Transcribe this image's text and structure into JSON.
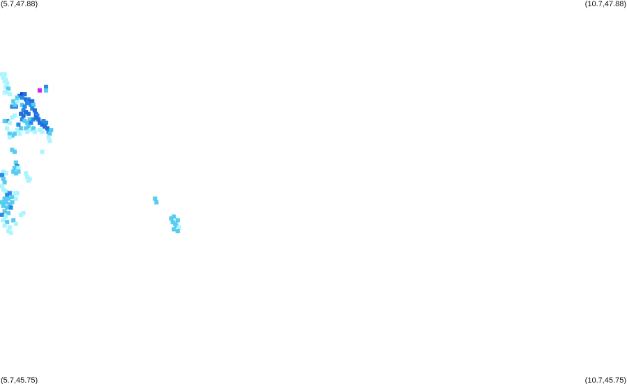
{
  "corners": {
    "top_left": "(5.7,47.88)",
    "top_right": "(10.7,47.88)",
    "bottom_left": "(5.7,45.75)",
    "bottom_right": "(10.7,45.75)"
  },
  "bounds": {
    "lon_min": 5.7,
    "lon_max": 10.7,
    "lat_min": 45.75,
    "lat_max": 47.88
  },
  "colors": {
    "light": "#aaf5ff",
    "medium": "#55ccf0",
    "strong": "#2a8ae8",
    "heavy": "#1f6fdc",
    "intense": "#1a3fd8",
    "extreme": "#cc22ee"
  },
  "cell_size_deg": 0.034,
  "precip_cells": [
    [
      5.7,
      47.48,
      "light"
    ],
    [
      5.72,
      47.48,
      "light"
    ],
    [
      5.71,
      47.46,
      "light"
    ],
    [
      5.73,
      47.45,
      "light"
    ],
    [
      5.72,
      47.44,
      "light"
    ],
    [
      5.74,
      47.43,
      "light"
    ],
    [
      5.73,
      47.41,
      "light"
    ],
    [
      5.75,
      47.4,
      "medium"
    ],
    [
      5.72,
      47.38,
      "light"
    ],
    [
      5.74,
      47.38,
      "light"
    ],
    [
      5.76,
      47.37,
      "light"
    ],
    [
      5.78,
      47.3,
      "strong"
    ],
    [
      5.81,
      47.3,
      "strong"
    ],
    [
      5.8,
      47.31,
      "medium"
    ],
    [
      5.79,
      47.33,
      "medium"
    ],
    [
      5.82,
      47.33,
      "light"
    ],
    [
      5.84,
      47.36,
      "heavy"
    ],
    [
      5.86,
      47.37,
      "intense"
    ],
    [
      5.88,
      47.37,
      "heavy"
    ],
    [
      5.82,
      47.35,
      "medium"
    ],
    [
      5.86,
      47.35,
      "strong"
    ],
    [
      5.89,
      47.34,
      "heavy"
    ],
    [
      5.91,
      47.34,
      "strong"
    ],
    [
      5.92,
      47.33,
      "heavy"
    ],
    [
      5.94,
      47.33,
      "heavy"
    ],
    [
      5.9,
      47.32,
      "strong"
    ],
    [
      5.93,
      47.31,
      "strong"
    ],
    [
      5.95,
      47.31,
      "medium"
    ],
    [
      5.86,
      47.31,
      "medium"
    ],
    [
      5.88,
      47.3,
      "strong"
    ],
    [
      5.87,
      47.28,
      "strong"
    ],
    [
      5.89,
      47.27,
      "heavy"
    ],
    [
      5.91,
      47.26,
      "heavy"
    ],
    [
      5.94,
      47.29,
      "strong"
    ],
    [
      5.96,
      47.28,
      "heavy"
    ],
    [
      5.97,
      47.26,
      "heavy"
    ],
    [
      5.98,
      47.25,
      "strong"
    ],
    [
      5.85,
      47.26,
      "heavy"
    ],
    [
      5.87,
      47.25,
      "heavy"
    ],
    [
      5.86,
      47.23,
      "strong"
    ],
    [
      5.88,
      47.22,
      "medium"
    ],
    [
      5.9,
      47.21,
      "medium"
    ],
    [
      5.92,
      47.23,
      "medium"
    ],
    [
      5.93,
      47.21,
      "strong"
    ],
    [
      5.95,
      47.23,
      "strong"
    ],
    [
      5.97,
      47.24,
      "heavy"
    ],
    [
      5.99,
      47.23,
      "heavy"
    ],
    [
      6.0,
      47.21,
      "heavy"
    ],
    [
      6.02,
      47.2,
      "heavy"
    ],
    [
      6.03,
      47.22,
      "strong"
    ],
    [
      6.05,
      47.21,
      "strong"
    ],
    [
      6.04,
      47.19,
      "heavy"
    ],
    [
      6.06,
      47.18,
      "heavy"
    ],
    [
      6.07,
      47.16,
      "strong"
    ],
    [
      6.09,
      47.17,
      "medium"
    ],
    [
      6.08,
      47.15,
      "medium"
    ],
    [
      5.91,
      47.19,
      "medium"
    ],
    [
      5.89,
      47.18,
      "medium"
    ],
    [
      5.9,
      47.16,
      "light"
    ],
    [
      5.93,
      47.17,
      "light"
    ],
    [
      5.95,
      47.18,
      "medium"
    ],
    [
      5.96,
      47.16,
      "light"
    ],
    [
      6.0,
      47.17,
      "light"
    ],
    [
      6.02,
      47.16,
      "light"
    ],
    [
      6.0,
      47.39,
      "magenta_placeholder"
    ],
    [
      6.05,
      47.41,
      "strong"
    ],
    [
      6.05,
      47.39,
      "medium"
    ],
    [
      5.74,
      47.22,
      "strong"
    ],
    [
      5.72,
      47.22,
      "medium"
    ],
    [
      5.76,
      47.21,
      "light"
    ],
    [
      5.78,
      47.24,
      "light"
    ],
    [
      5.8,
      47.25,
      "light"
    ],
    [
      5.74,
      47.18,
      "light"
    ],
    [
      5.76,
      47.15,
      "medium"
    ],
    [
      5.78,
      47.14,
      "medium"
    ],
    [
      5.8,
      47.15,
      "medium"
    ],
    [
      5.82,
      47.17,
      "light"
    ],
    [
      5.84,
      47.15,
      "light"
    ],
    [
      5.76,
      47.13,
      "light"
    ],
    [
      5.85,
      47.18,
      "medium"
    ],
    [
      5.83,
      47.2,
      "strong"
    ],
    [
      6.08,
      47.11,
      "light"
    ],
    [
      6.07,
      47.13,
      "light"
    ],
    [
      5.78,
      47.06,
      "medium"
    ],
    [
      5.8,
      47.05,
      "medium"
    ],
    [
      6.02,
      47.05,
      "light"
    ],
    [
      5.81,
      46.99,
      "medium"
    ],
    [
      5.82,
      46.97,
      "strong"
    ],
    [
      5.8,
      46.96,
      "medium"
    ],
    [
      5.83,
      46.96,
      "light"
    ],
    [
      5.79,
      46.94,
      "medium"
    ],
    [
      5.81,
      46.93,
      "medium"
    ],
    [
      5.83,
      46.94,
      "medium"
    ],
    [
      5.89,
      46.93,
      "light"
    ],
    [
      5.9,
      46.91,
      "light"
    ],
    [
      5.92,
      46.9,
      "light"
    ],
    [
      5.91,
      46.89,
      "light"
    ],
    [
      5.71,
      46.94,
      "light"
    ],
    [
      5.73,
      46.93,
      "light"
    ],
    [
      5.7,
      46.92,
      "strong"
    ],
    [
      5.71,
      46.9,
      "medium"
    ],
    [
      5.72,
      46.88,
      "medium"
    ],
    [
      5.7,
      46.86,
      "light"
    ],
    [
      5.71,
      46.84,
      "light"
    ],
    [
      5.73,
      46.83,
      "light"
    ],
    [
      5.76,
      46.82,
      "strong"
    ],
    [
      5.74,
      46.81,
      "strong"
    ],
    [
      5.78,
      46.8,
      "medium"
    ],
    [
      5.72,
      46.79,
      "medium"
    ],
    [
      5.75,
      46.79,
      "medium"
    ],
    [
      5.8,
      46.82,
      "light"
    ],
    [
      5.82,
      46.82,
      "light"
    ],
    [
      5.81,
      46.79,
      "light"
    ],
    [
      5.7,
      46.77,
      "medium"
    ],
    [
      5.73,
      46.77,
      "medium"
    ],
    [
      5.76,
      46.76,
      "medium"
    ],
    [
      5.78,
      46.77,
      "medium"
    ],
    [
      5.71,
      46.75,
      "medium"
    ],
    [
      5.74,
      46.74,
      "medium"
    ],
    [
      5.77,
      46.74,
      "strong"
    ],
    [
      5.72,
      46.72,
      "medium"
    ],
    [
      5.75,
      46.71,
      "medium"
    ],
    [
      5.7,
      46.7,
      "strong"
    ],
    [
      5.73,
      46.69,
      "light"
    ],
    [
      5.71,
      46.67,
      "light"
    ],
    [
      5.74,
      46.66,
      "medium"
    ],
    [
      5.72,
      46.64,
      "light"
    ],
    [
      5.76,
      46.63,
      "light"
    ],
    [
      5.75,
      46.61,
      "light"
    ],
    [
      5.77,
      46.6,
      "light"
    ],
    [
      5.79,
      46.67,
      "medium"
    ],
    [
      5.81,
      46.65,
      "light"
    ],
    [
      5.85,
      46.7,
      "light"
    ],
    [
      5.87,
      46.71,
      "light"
    ],
    [
      6.92,
      46.79,
      "medium"
    ],
    [
      6.93,
      46.77,
      "medium"
    ],
    [
      7.05,
      46.68,
      "medium"
    ],
    [
      7.07,
      46.69,
      "medium"
    ],
    [
      7.06,
      46.66,
      "medium"
    ],
    [
      7.08,
      46.65,
      "medium"
    ],
    [
      7.1,
      46.67,
      "medium"
    ],
    [
      7.09,
      46.64,
      "medium"
    ],
    [
      7.11,
      46.63,
      "light"
    ],
    [
      7.07,
      46.62,
      "medium"
    ],
    [
      7.1,
      46.61,
      "medium"
    ]
  ]
}
